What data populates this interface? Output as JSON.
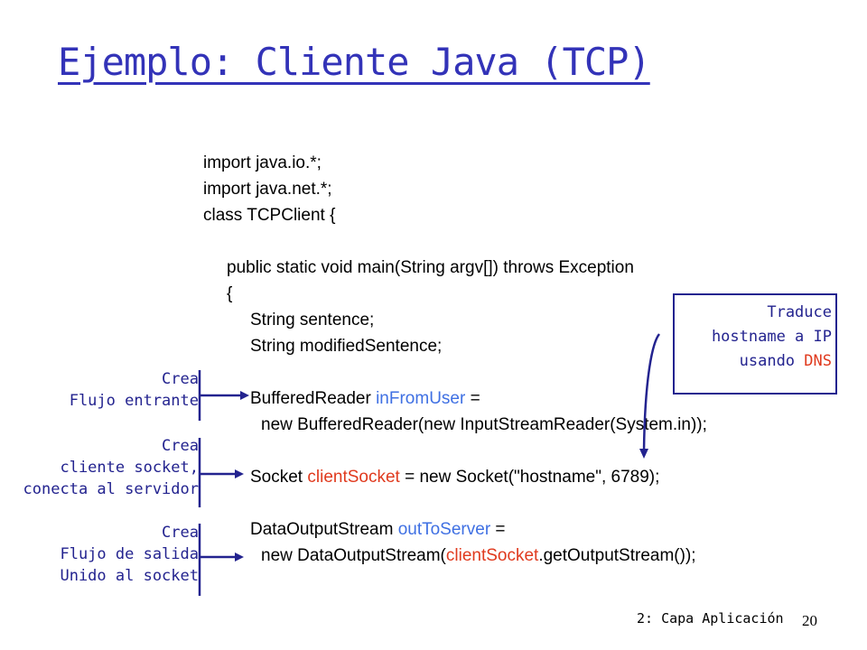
{
  "slide": {
    "title": "Ejemplo: Cliente Java (TCP)",
    "footer": "2: Capa Aplicación",
    "page_number": "20"
  },
  "code": {
    "l1": "import java.io.*;",
    "l2": "import java.net.*;",
    "l3": "class TCPClient {",
    "l4": "public static void main(String argv[]) throws Exception",
    "l5": "{",
    "l6": "String sentence;",
    "l7": "String modifiedSentence;",
    "l8_a": "BufferedReader ",
    "l8_b": "inFromUser",
    "l8_c": " =",
    "l9": "new BufferedReader(new InputStreamReader(System.in));",
    "l10_a": "Socket ",
    "l10_b": "clientSocket",
    "l10_c": " = new Socket(\"hostname\", 6789);",
    "l11_a": "DataOutputStream ",
    "l11_b": "outToServer",
    "l11_c": " =",
    "l12_a": "new DataOutputStream(",
    "l12_b": "clientSocket",
    "l12_c": ".getOutputStream());"
  },
  "annotations": {
    "input_stream": {
      "line1": "Crea",
      "line2": "Flujo entrante"
    },
    "client_socket": {
      "line1": "Crea",
      "line2": "cliente socket,",
      "line3": "conecta al servidor"
    },
    "output_stream": {
      "line1": "Crea",
      "line2": "Flujo de salida",
      "line3": "Unido al socket"
    }
  },
  "callout": {
    "line1": "Traduce",
    "line2": "hostname a IP",
    "line3_a": "usando ",
    "line3_b": "DNS"
  },
  "colors": {
    "title": "#3333b8",
    "annotation": "#23238f",
    "identifier_blue": "#3f70e3",
    "identifier_red": "#e03a1e",
    "text": "#000000"
  }
}
